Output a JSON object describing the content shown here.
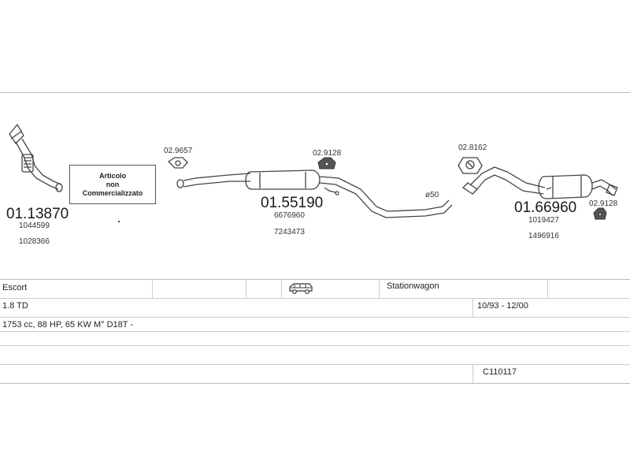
{
  "diagram": {
    "note": {
      "line1": "Articolo",
      "line2": "non",
      "line3": "Commercializzato"
    },
    "parts": {
      "front_pipe": {
        "code": "01.13870",
        "refs": [
          "1044599",
          "1028366"
        ]
      },
      "gasket_front": {
        "code": "02.9657"
      },
      "middle_silencer": {
        "code": "01.55190",
        "refs": [
          "6676960",
          "7243473"
        ]
      },
      "hanger_middle": {
        "code": "02.9128"
      },
      "pipe_diameter": "ø50",
      "clamp_rear": {
        "code": "02.8162"
      },
      "rear_silencer": {
        "code": "01.66960",
        "refs": [
          "1019427",
          "1496916"
        ]
      },
      "hanger_rear": {
        "code": "02.9128"
      }
    }
  },
  "vehicle": {
    "model": "Escort",
    "body_type": "Stationwagon",
    "body_icon": "station-wagon-car-icon",
    "engine_version": "1.8 TD",
    "period": "10/93 - 12/00",
    "engine_spec": "1753 cc, 88 HP, 65 KW M° D18T -",
    "catalog_code": "C110117"
  },
  "colors": {
    "line": "#444444",
    "grid": "#cccccc",
    "text": "#222222"
  }
}
